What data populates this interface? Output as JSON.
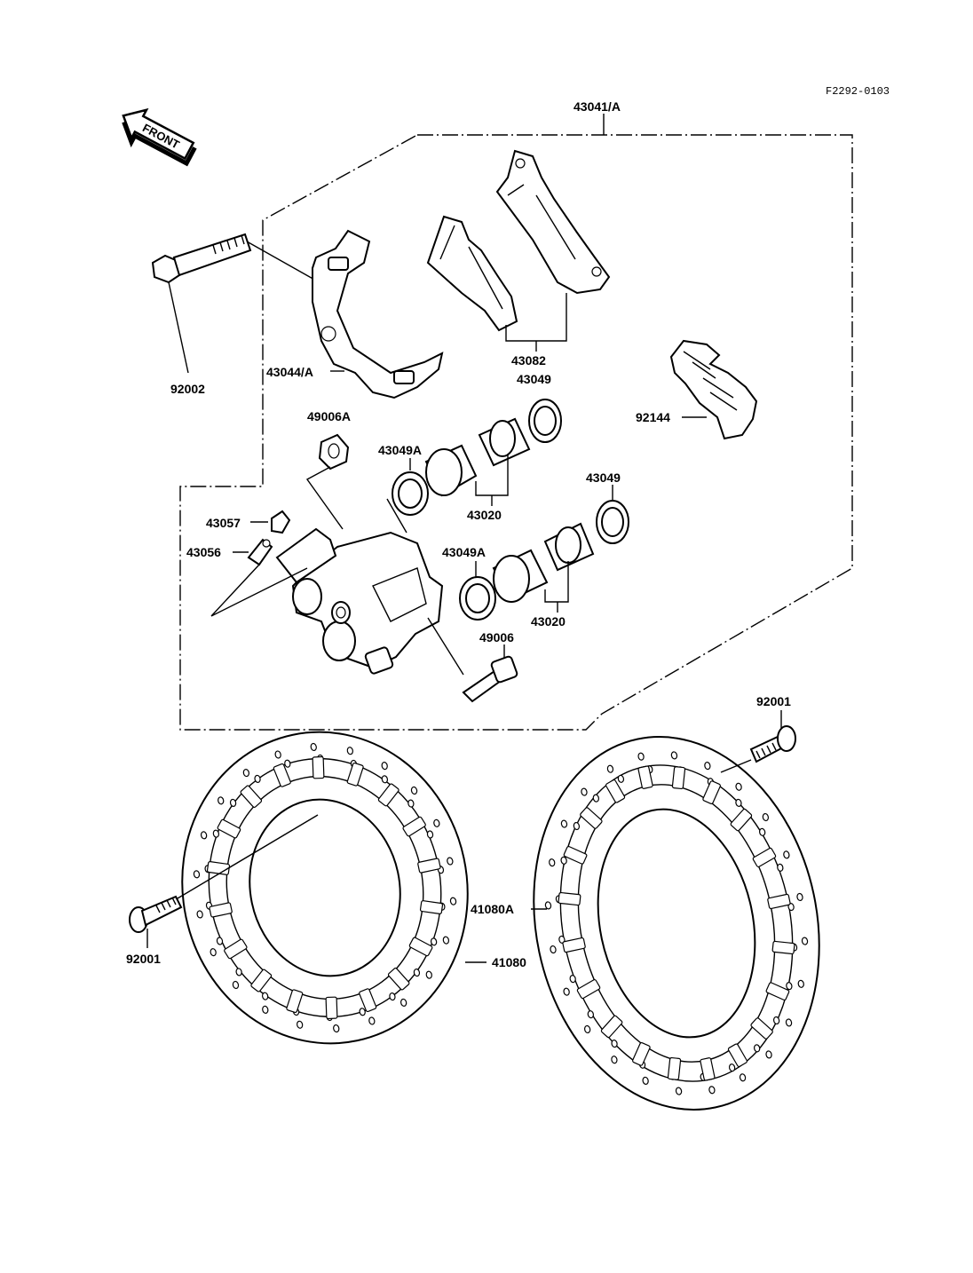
{
  "figure_code": "F2292-0103",
  "front_badge": "FRONT",
  "labels": {
    "assembly": "43041/A",
    "bracket": "43044/A",
    "bolt_top": "92002",
    "pads": "43082",
    "seal_top_right": "43049",
    "boot_a": "49006A",
    "seal_a_upper": "43049A",
    "piston_upper": "43020",
    "seal_right_lower": "43049",
    "cap": "43057",
    "bleeder": "43056",
    "seal_a_lower": "43049A",
    "piston_lower": "43020",
    "boot": "49006",
    "spring": "92144",
    "bolt_right": "92001",
    "disc_a": "41080A",
    "bolt_left": "92001",
    "disc": "41080"
  }
}
